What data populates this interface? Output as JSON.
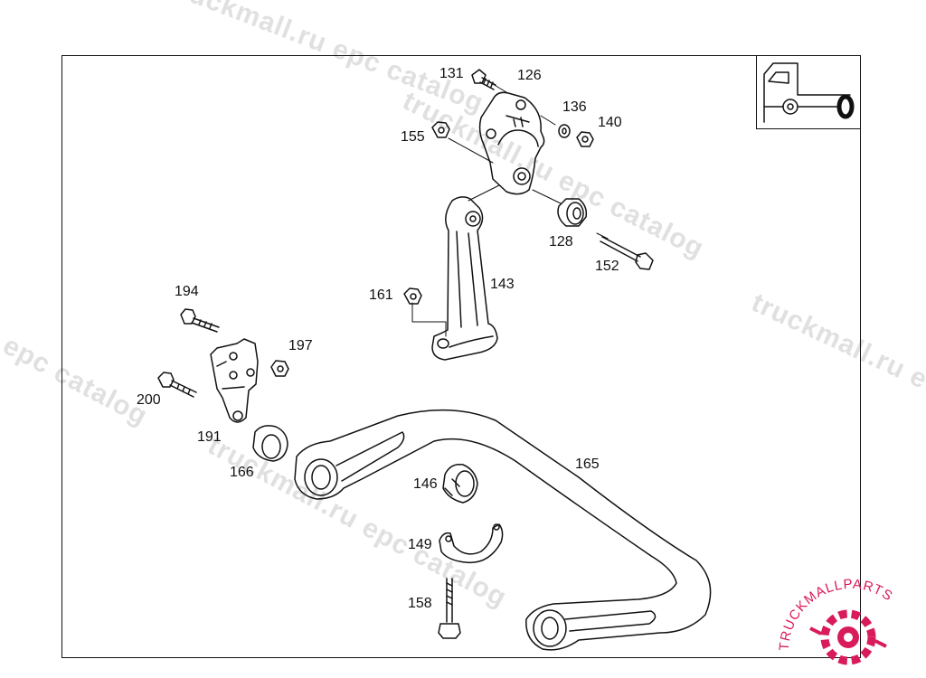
{
  "watermarks": [
    "ruckmall.ru epc catalog",
    "truckmall.ru epc catalog",
    "truckmall.ru e",
    "u epc catalog",
    "truckmall.ru epc catalog"
  ],
  "logo": {
    "text": "TRUCKMALLPARTS",
    "color": "#d81b5a"
  },
  "part_labels": {
    "p131": "131",
    "p126": "126",
    "p136": "136",
    "p140": "140",
    "p155": "155",
    "p128": "128",
    "p152": "152",
    "p143": "143",
    "p161": "161",
    "p194": "194",
    "p197": "197",
    "p200": "200",
    "p191": "191",
    "p166": "166",
    "p165": "165",
    "p146": "146",
    "p149": "149",
    "p158": "158"
  }
}
